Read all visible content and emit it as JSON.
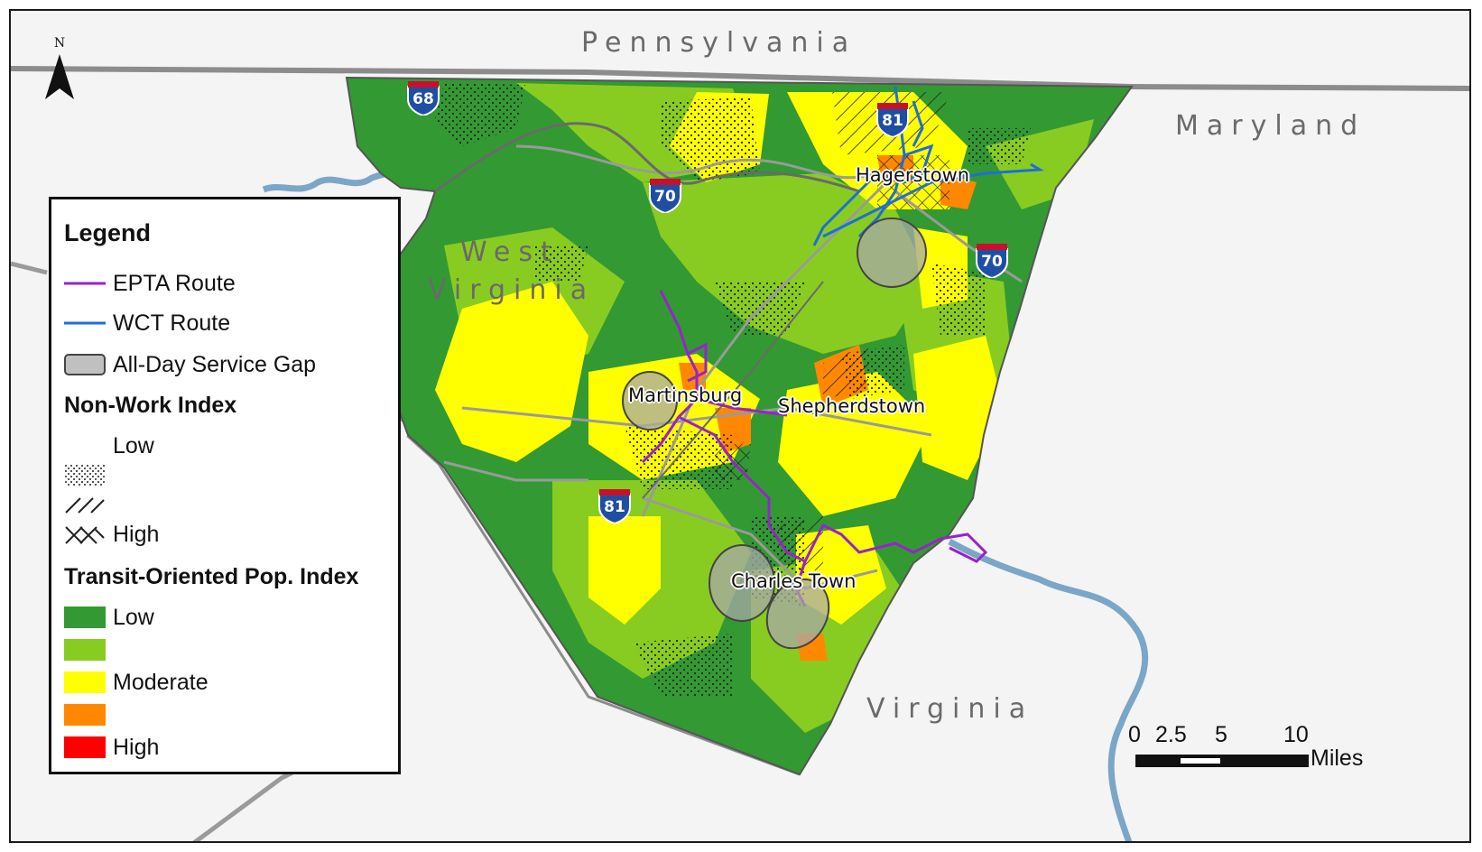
{
  "states": {
    "pennsylvania": "Pennsylvania",
    "maryland": "Maryland",
    "west_virginia_1": "West",
    "west_virginia_2": "Virginia",
    "virginia": "Virginia"
  },
  "towns": {
    "hagerstown": "Hagerstown",
    "martinsburg": "Martinsburg",
    "shepherdstown": "Shepherdstown",
    "charles_town": "Charles Town"
  },
  "highways": {
    "i68": "68",
    "i81_north": "81",
    "i81_south": "81",
    "i70_west": "70",
    "i70_east": "70"
  },
  "north_arrow": "N",
  "legend": {
    "title": "Legend",
    "epta_route": "EPTA Route",
    "wct_route": "WCT Route",
    "service_gap": "All-Day Service Gap",
    "non_work_title": "Non-Work Index",
    "non_work_low": "Low",
    "non_work_high": "High",
    "top_title": "Transit-Oriented Pop. Index",
    "top_low": "Low",
    "top_moderate": "Moderate",
    "top_high": "High"
  },
  "scale": {
    "t0": "0",
    "t1": "2.5",
    "t2": "5",
    "t3": "10",
    "unit": "Miles"
  },
  "colors": {
    "top_low": "#339933",
    "top_low_mod": "#88cc22",
    "top_moderate": "#ffff00",
    "top_mod_high": "#ff8800",
    "top_high": "#ff0000",
    "epta_route": "#9922cc",
    "wct_route": "#1e6fd6",
    "service_gap": "#a8a8a8",
    "river": "#7aa6c8",
    "background": "#f4f4f4"
  }
}
